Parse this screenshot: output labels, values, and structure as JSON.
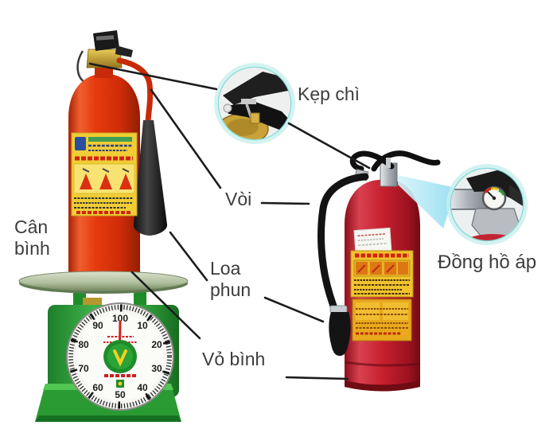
{
  "labels": {
    "can_binh": "Cân bình",
    "kep_chi": "Kẹp chì",
    "voi": "Vòi",
    "loa_phun": "Loa phun",
    "vo_binh": "Vỏ bình",
    "dong_ho_ap": "Đồng hồ áp"
  },
  "scale": {
    "dial_numbers": [
      "100",
      "10",
      "20",
      "30",
      "40",
      "50",
      "60",
      "70",
      "80",
      "90"
    ]
  },
  "icons": {
    "magnifier_seal": "magnifier-circle showing lead-seal clamp on valve",
    "magnifier_gauge": "magnifier-circle showing pressure gauge"
  },
  "colors": {
    "co2_extinguisher_red": "#dd3008",
    "powder_extinguisher_red": "#c6202e",
    "scale_green": "#2f9e38",
    "horn_black": "#1e1e1e",
    "label_yellow": "#f0cd35",
    "magnifier_ring_cyan": "#86dcd9",
    "beam_blue": "#aee6f5",
    "callout_line": "#1c1c1c",
    "label_text": "#3c3c3c",
    "needle_red": "#cc2222"
  }
}
